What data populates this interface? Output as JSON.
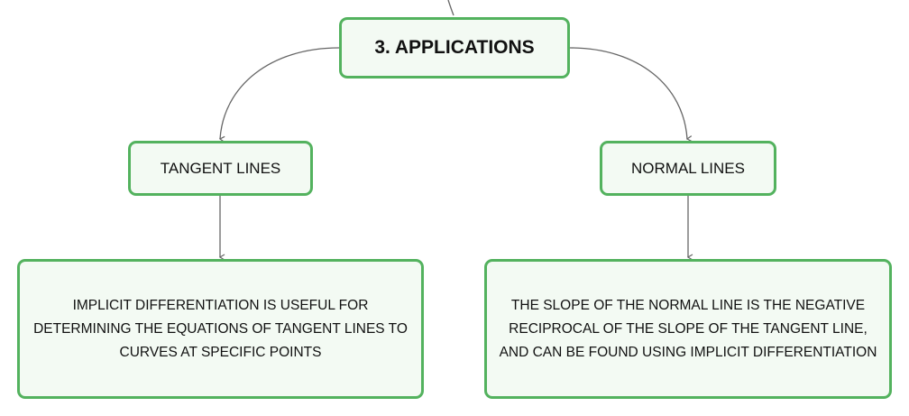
{
  "diagram": {
    "root": {
      "label": "3. APPLICATIONS"
    },
    "branches": [
      {
        "label": "TANGENT LINES",
        "detail": "IMPLICIT DIFFERENTIATION IS USEFUL FOR DETERMINING THE EQUATIONS OF TANGENT LINES TO CURVES AT SPECIFIC POINTS"
      },
      {
        "label": "NORMAL LINES",
        "detail": "THE SLOPE OF THE NORMAL LINE IS THE NEGATIVE RECIPROCAL OF THE SLOPE OF THE TANGENT LINE, AND CAN BE FOUND USING IMPLICIT DIFFERENTIATION"
      }
    ]
  },
  "colors": {
    "node_border": "#53b25e",
    "node_fill": "#f3faf3",
    "connector": "#666666",
    "text": "#111111"
  }
}
